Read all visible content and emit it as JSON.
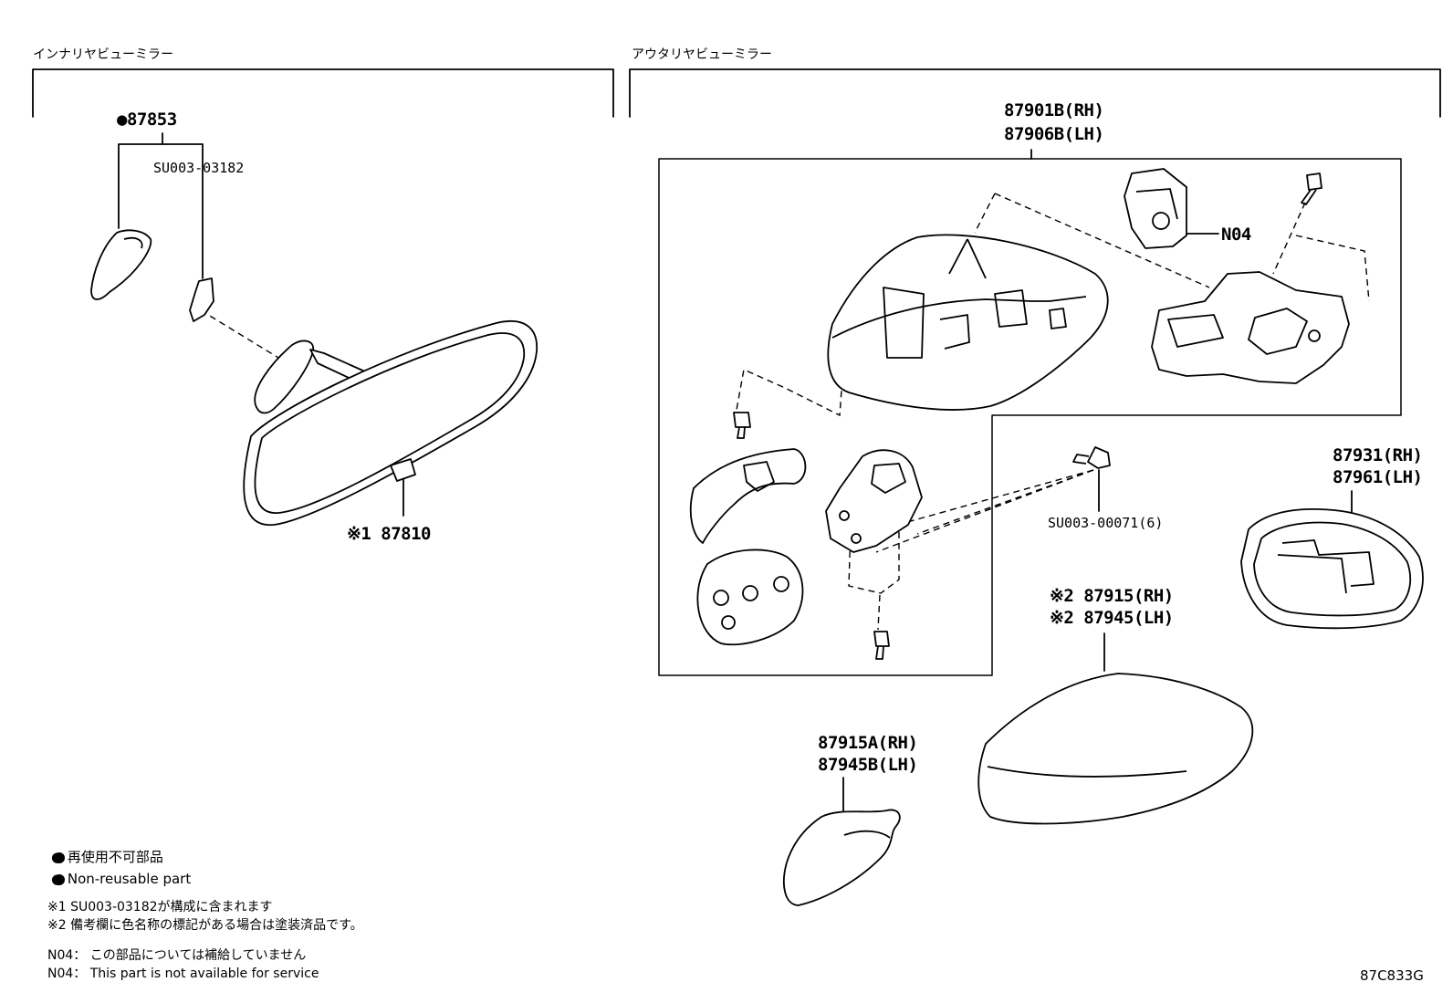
{
  "headers": {
    "inner": "インナリヤビューミラー",
    "outer": "アウタリヤビューミラー"
  },
  "inner_parts": {
    "p87853": "●87853",
    "su_screw": "SU003-03182",
    "p87810": "※1 87810"
  },
  "outer_parts": {
    "assy_rh": "87901B(RH)",
    "assy_lh": "87906B(LH)",
    "n04": "N04",
    "su_bolt": "SU003-00071(6)",
    "glass_rh": "87931(RH)",
    "glass_lh": "87961(LH)",
    "cover_rh": "※2 87915(RH)",
    "cover_lh": "※2 87945(LH)",
    "base_cover_rh": "87915A(RH)",
    "base_cover_lh": "87945B(LH)"
  },
  "legend": {
    "nonreuse_jp": "● 再使用不可部品",
    "nonreuse_en": "● Non-reusable part",
    "note1": "※1 SU003-03182が構成に含まれます",
    "note2": "※2 備考欄に色名称の標記がある場合は塗装済品です。",
    "n04_jp": "N04： この部品については補給していません",
    "n04_en": "N04： This part is not available for service"
  },
  "figure_code": "87C833G",
  "icons": [
    "inner-mirror-icon",
    "mirror-cover-icon",
    "mirror-actuator-icon",
    "mirror-glass-icon",
    "screw-icon",
    "bolt-icon",
    "mirror-base-icon",
    "gasket-icon"
  ]
}
